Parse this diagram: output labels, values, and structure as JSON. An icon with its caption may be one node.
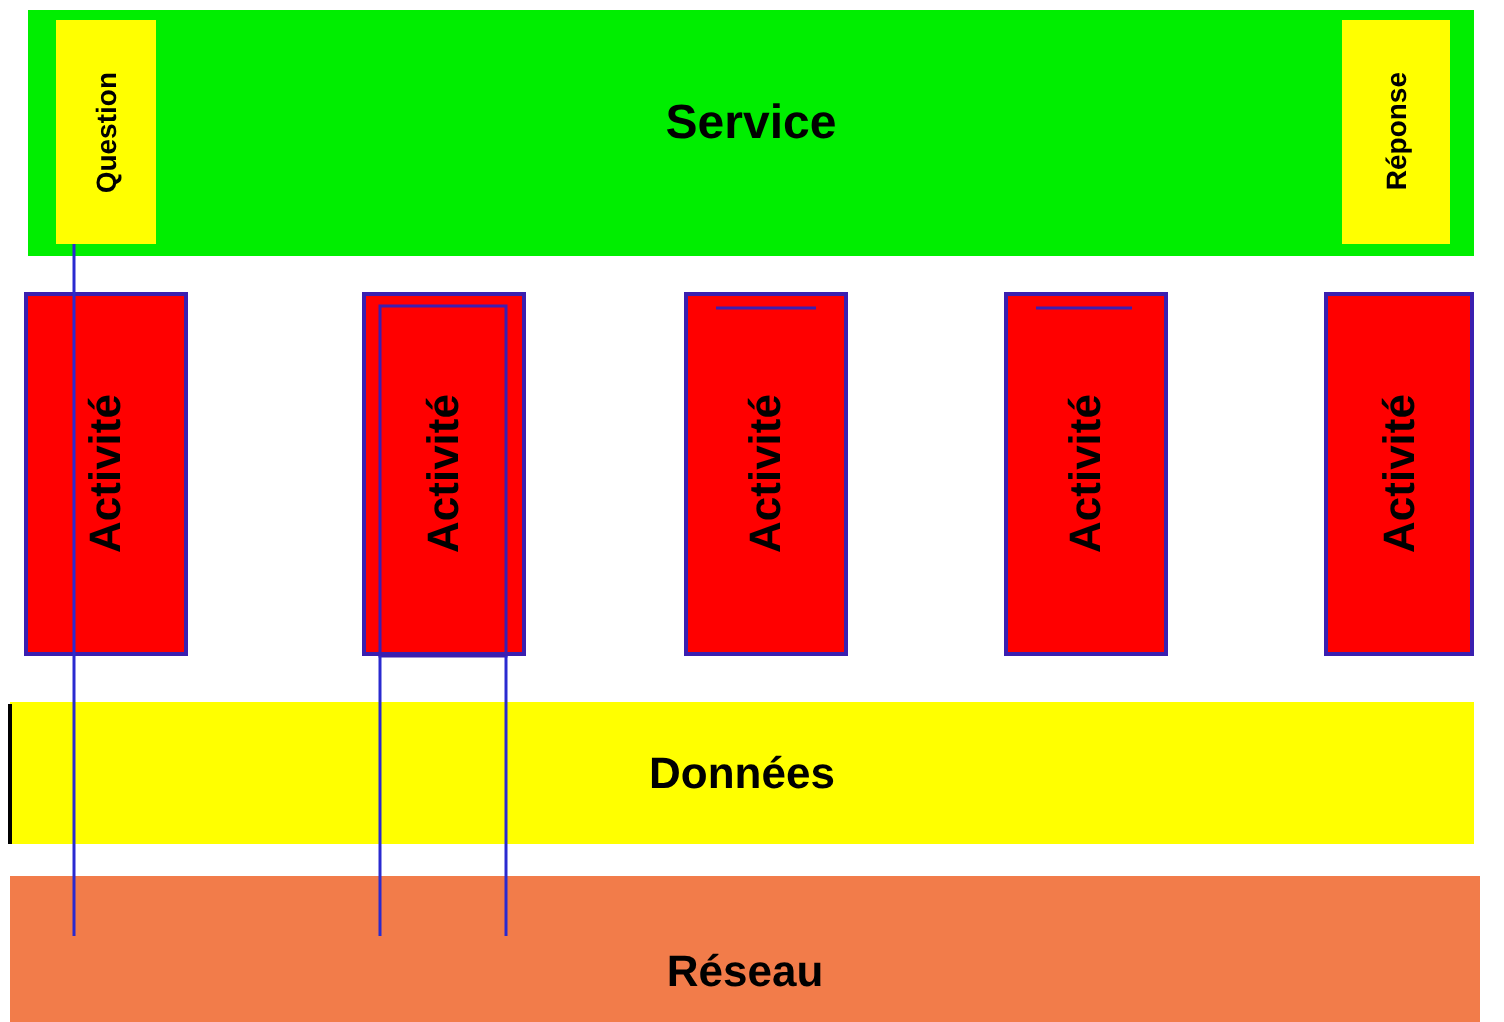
{
  "diagram": {
    "nodes": [
      {
        "text": [
          "Service"
        ]
      },
      {
        "text": [
          "Question"
        ],
        "in": 0
      },
      {
        "text": [
          "Réponse"
        ],
        "in": 0
      },
      {
        "text": [
          "Activité"
        ]
      },
      {
        "text": [
          "Activité"
        ]
      },
      {
        "text": [
          "Activité"
        ]
      },
      {
        "text": [
          "Activité"
        ]
      },
      {
        "text": [
          "Activité"
        ]
      },
      {
        "text": [
          "Données"
        ]
      },
      {
        "text": [
          "Réseau"
        ]
      }
    ],
    "edges": [
      {
        "from": 1,
        "to": 3,
        "arrow": "none"
      },
      {
        "from": 3,
        "to": 8,
        "arrow": "none"
      },
      {
        "from": 8,
        "to": 9,
        "arrow": "none"
      },
      {
        "from": 4,
        "to": 8,
        "arrow": "none"
      },
      {
        "from": 8,
        "to": 9,
        "arrow": "none"
      },
      {
        "from": 4,
        "to": 8,
        "arrow": "none"
      },
      {
        "from": 8,
        "to": 9,
        "arrow": "none"
      }
    ]
  }
}
